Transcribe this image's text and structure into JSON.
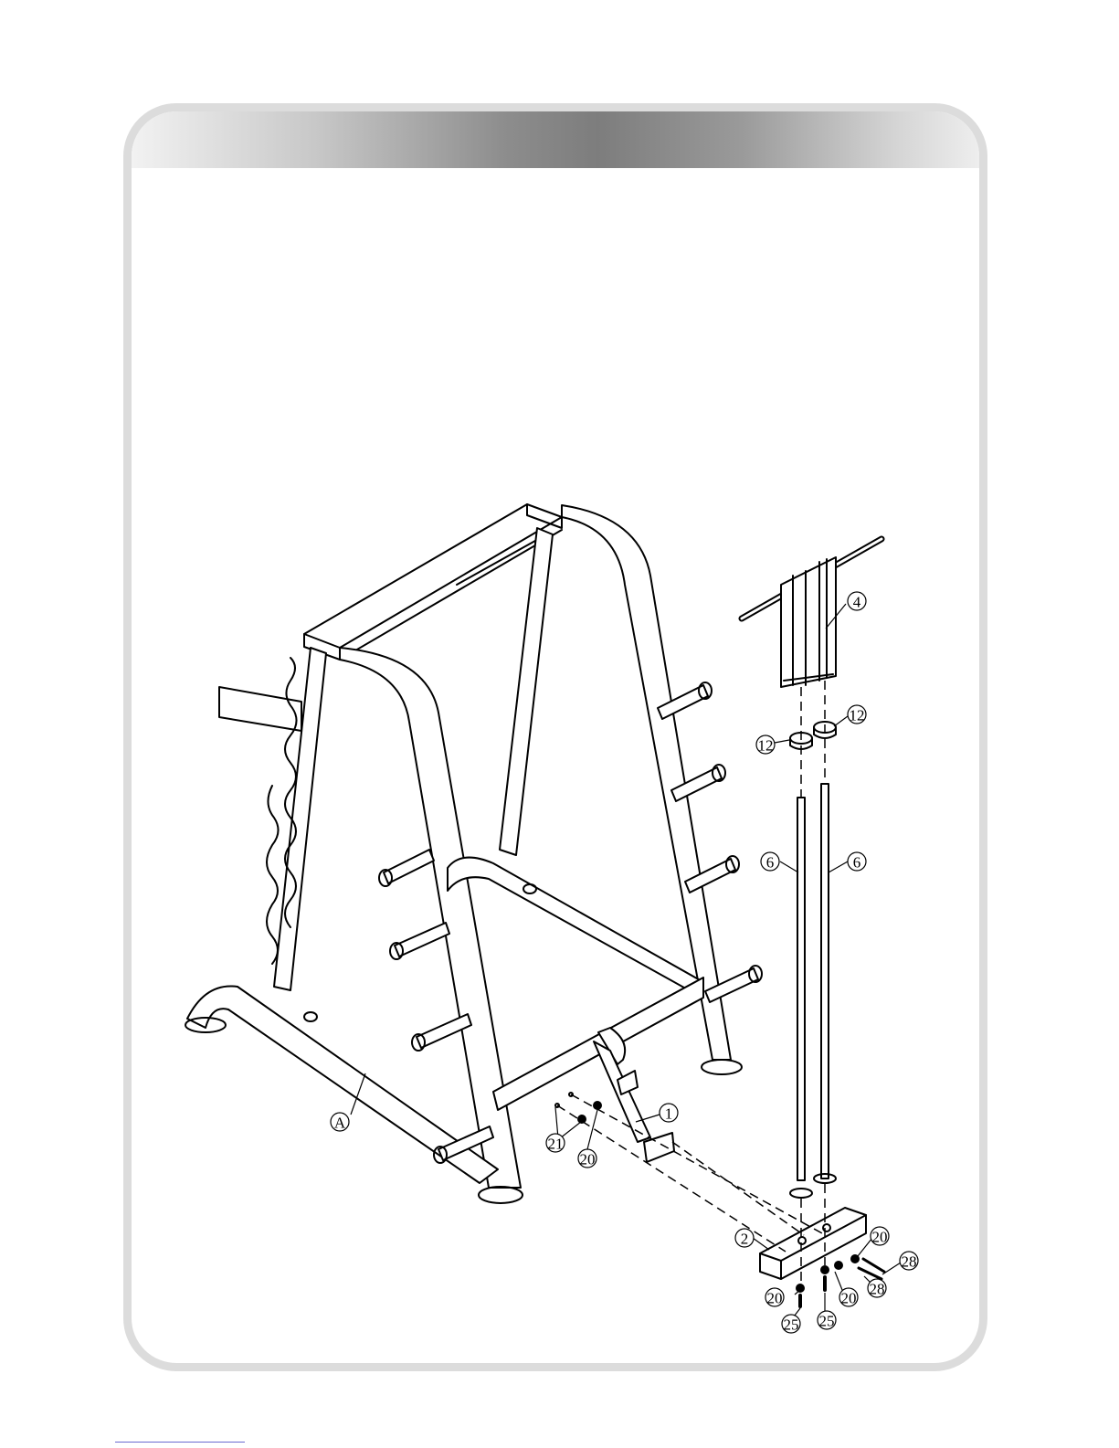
{
  "callouts": {
    "base_frame": "A",
    "stabilizer_arm": "1",
    "base_bracket": "2",
    "carriage": "4",
    "bushing_left": "12",
    "bushing_right": "12",
    "guide_rod_left": "6",
    "guide_rod_right": "6",
    "washer_a": "21",
    "washer_b": "20",
    "washer_c": "20",
    "washer_d": "20",
    "washer_e": "20",
    "bolt_a": "28",
    "bolt_b": "28",
    "bolt_c": "25",
    "bolt_d": "25"
  },
  "colors": {
    "line": "#000000",
    "header_dark": "#7d7d7d",
    "frame_border": "#dcdcdc"
  }
}
